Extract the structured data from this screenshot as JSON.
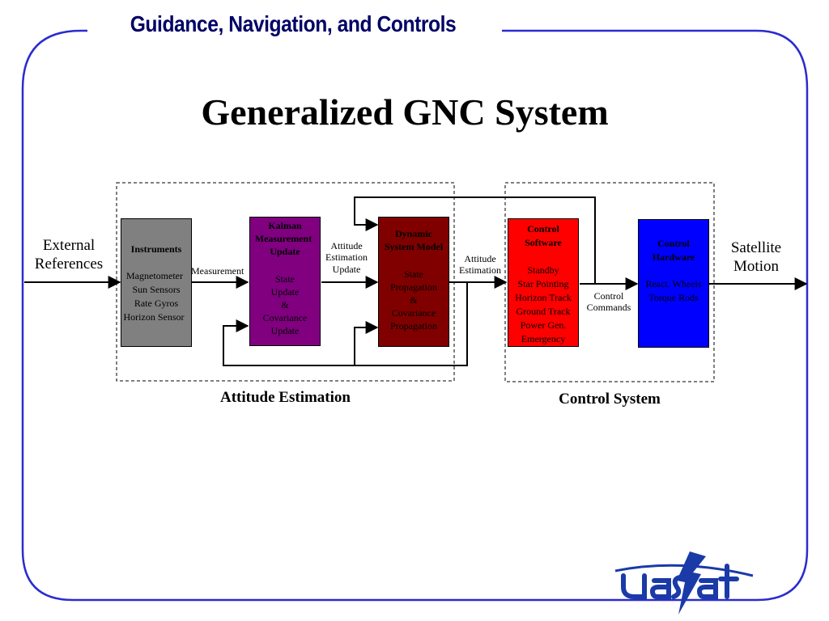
{
  "header": {
    "title": "Guidance, Navigation, and Controls"
  },
  "slide": {
    "title": "Generalized GNC System"
  },
  "inputs": {
    "external_references": [
      "External",
      "References"
    ]
  },
  "outputs": {
    "satellite_motion": [
      "Satellite",
      "Motion"
    ]
  },
  "blocks": {
    "instruments": {
      "title": "Instruments",
      "lines": [
        "Magnetometer",
        "Sun Sensors",
        "Rate Gyros",
        "Horizon Sensor"
      ],
      "color": "#808080"
    },
    "kalman": {
      "title_lines": [
        "Kalman",
        "Measurement",
        "Update"
      ],
      "lines": [
        "State",
        "Update",
        "&",
        "Covariance",
        "Update"
      ],
      "color": "#800080"
    },
    "dynamic": {
      "title_lines": [
        "Dynamic",
        "System Model"
      ],
      "lines": [
        "State",
        "Propagation",
        "&",
        "Covariance",
        "Propagation"
      ],
      "color": "#800000"
    },
    "control_software": {
      "title_lines": [
        "Control",
        "Software"
      ],
      "lines": [
        "Standby",
        "Star Pointing",
        "Horizon Track",
        "Ground Track",
        "Power Gen.",
        "Emergency"
      ],
      "color": "#ff0000"
    },
    "control_hardware": {
      "title_lines": [
        "Control",
        "Hardware"
      ],
      "lines": [
        "React. Wheels",
        "Torque Rods"
      ],
      "color": "#0000ff"
    }
  },
  "flow_labels": {
    "measurement": "Measurement",
    "attitude_estimation_update": [
      "Attitude",
      "Estimation",
      "Update"
    ],
    "attitude_estimation": [
      "Attitude",
      "Estimation"
    ],
    "control_commands": [
      "Control",
      "Commands"
    ]
  },
  "groups": {
    "attitude_estimation": "Attitude Estimation",
    "control_system": "Control System"
  },
  "logo": {
    "text": "uasat"
  },
  "colors": {
    "frame": "#2b2bd0",
    "header_text": "#000066",
    "logo": "#1a3aa8"
  }
}
